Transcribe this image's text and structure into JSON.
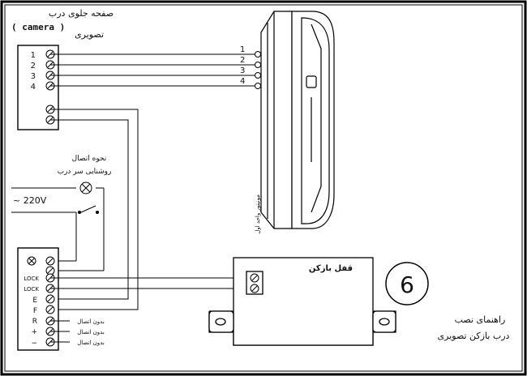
{
  "camera_panel": {
    "title_line1": "صفحه جلوی درب",
    "title_line2": "تصویری",
    "camera_label": "( camera )",
    "terminals": [
      "1",
      "2",
      "3",
      "4",
      "",
      ""
    ]
  },
  "monitor": {
    "wire_numbers": [
      "1",
      "2",
      "3",
      "4"
    ],
    "label": "مونیتور واحد اول"
  },
  "lamp": {
    "label_line1": "نحوه اتصال",
    "label_line2": "روشنایی سر درب"
  },
  "power": {
    "voltage_label": "~ 220V"
  },
  "bottom_panel": {
    "terminals": [
      "",
      "",
      "LOCK",
      "LOCK",
      "E",
      "F",
      "R",
      "+",
      "−"
    ],
    "no_connection_label": "بدون اتصال"
  },
  "lock": {
    "label": "قفل بازکن"
  },
  "step": {
    "number": "6"
  },
  "caption": {
    "line1": "راهنمای نصب",
    "line2": "درب بازکن تصویری"
  }
}
